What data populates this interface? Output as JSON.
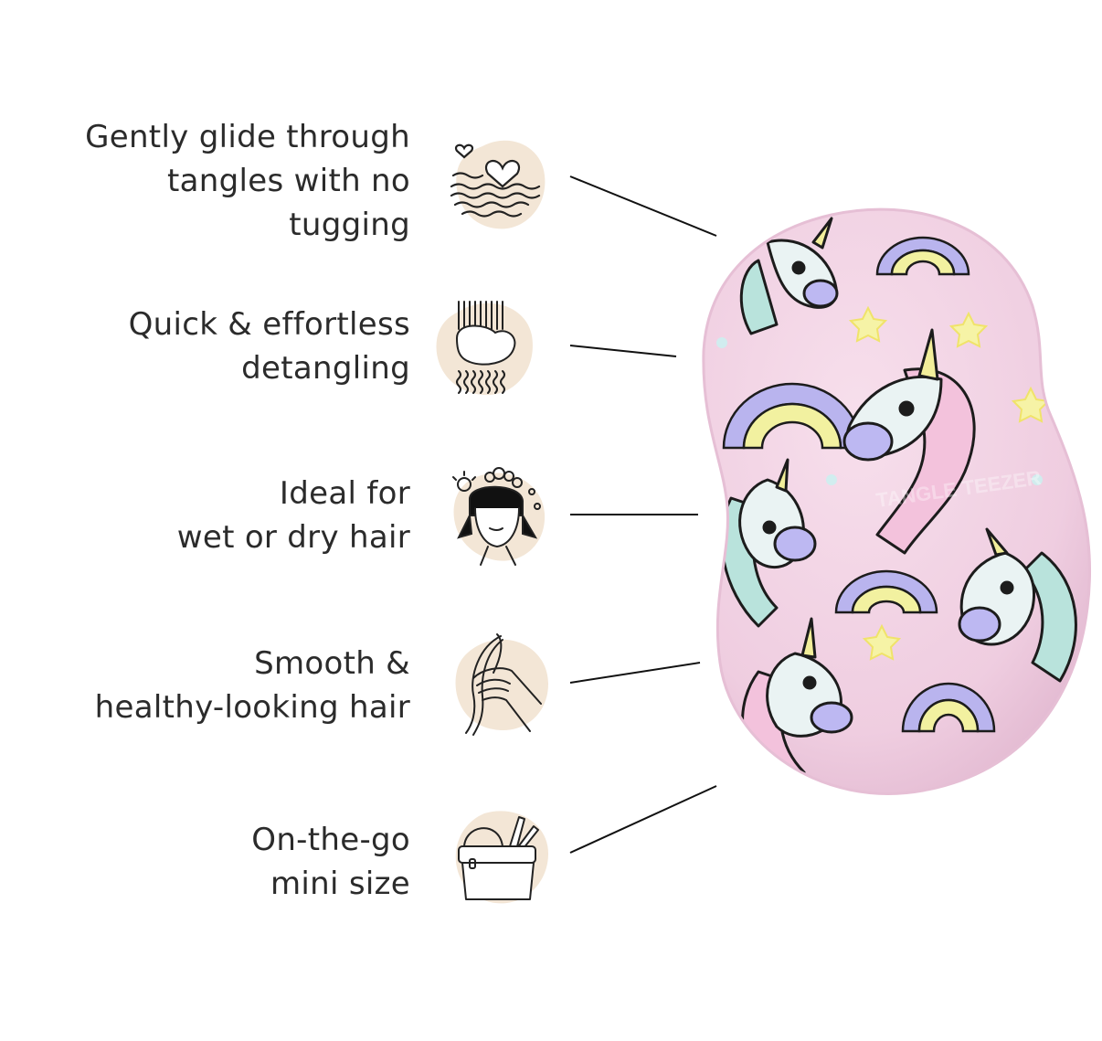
{
  "features": [
    {
      "text": "Gently glide through\ntangles with no\ntugging",
      "icon": "heart-waves-icon"
    },
    {
      "text": "Quick & effortless\ndetangling",
      "icon": "detangle-hair-icon"
    },
    {
      "text": "Ideal for\nwet or dry hair",
      "icon": "wet-dry-hair-icon"
    },
    {
      "text": "Smooth &\nhealthy-looking hair",
      "icon": "hand-hair-icon"
    },
    {
      "text": "On-the-go\nmini size",
      "icon": "travel-bag-icon"
    }
  ],
  "product": {
    "brand_mark": "TANGLE TEEZER",
    "colors": {
      "body": "#f1cfe2",
      "mane_mint": "#b9e3dc",
      "mane_pink": "#f3c2dc",
      "rainbow_lilac": "#b9b4ee",
      "rainbow_yellow": "#f2f1a0",
      "horn": "#f2ee9a",
      "outline": "#1c1c1c",
      "icon_blob": "#f3e6d6"
    }
  }
}
